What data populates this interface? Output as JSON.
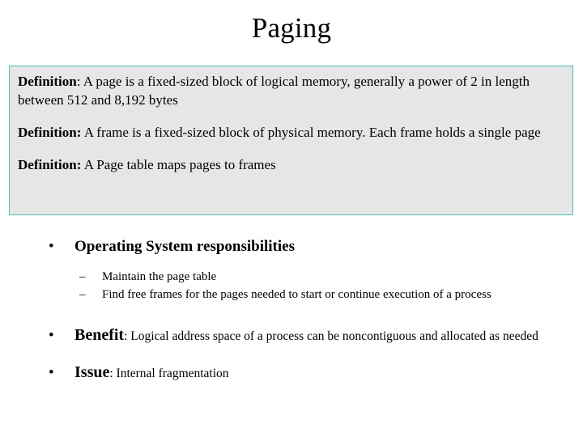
{
  "slide": {
    "title": "Paging",
    "definition_box": {
      "border_color": "#4ec0b2",
      "background_color": "#e6e6e6",
      "definitions": [
        {
          "term": "Definition",
          "separator": ":",
          "body": "A page is a fixed-sized block of logical memory, generally a power of 2 in length between 512 and 8,192 bytes"
        },
        {
          "term": "Definition:",
          "separator": "",
          "body": "A frame is a fixed-sized block of physical memory. Each frame holds a single page"
        },
        {
          "term": "Definition:",
          "separator": "",
          "body": "A Page table maps pages to frames"
        }
      ]
    },
    "bullets": {
      "marker_level1": "•",
      "marker_level2": "–",
      "items": [
        {
          "text": "Operating System responsibilities",
          "sub_items": [
            "Maintain the page table",
            "Find free frames for the pages needed to start or continue execution of a process"
          ]
        },
        {
          "lead": "Benefit",
          "tail": ": Logical address space of a process can be noncontiguous and allocated as needed"
        },
        {
          "lead": "Issue",
          "tail": ": Internal fragmentation"
        }
      ]
    }
  }
}
